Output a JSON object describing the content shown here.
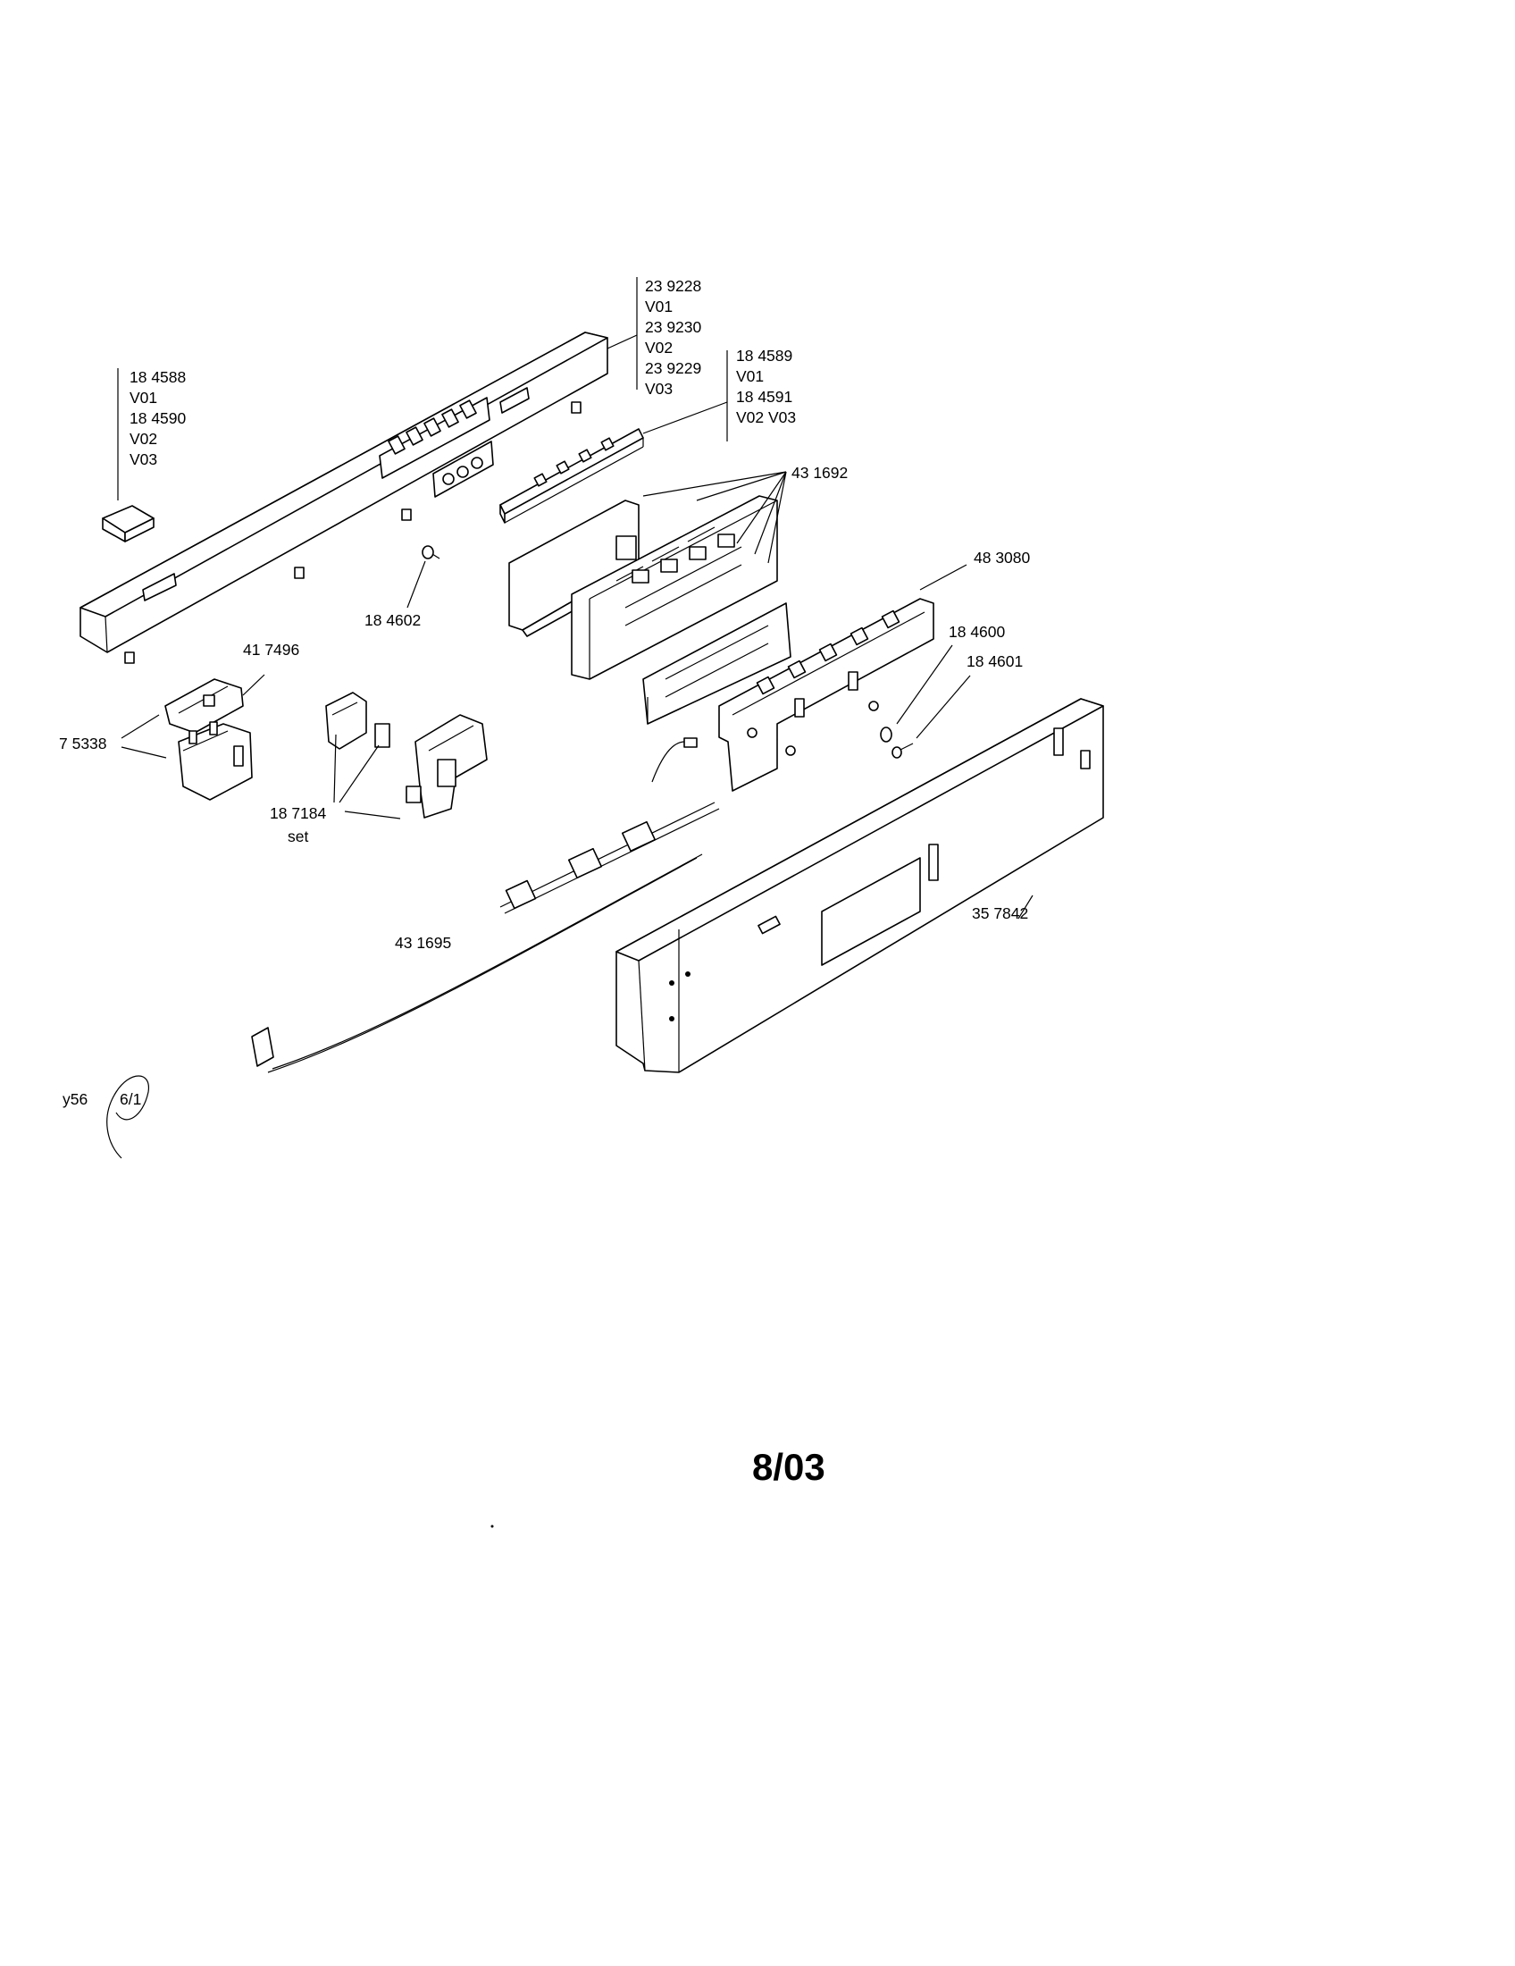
{
  "labels": {
    "control_panel_group": [
      "23 9228",
      "V01",
      "23 9230",
      "V02",
      "23 9229",
      "V03"
    ],
    "keypad_group": [
      "18 4589",
      "V01",
      "18 4591",
      "V02 V03"
    ],
    "badge_group": [
      "18 4588",
      "V01",
      "18 4590",
      "V02",
      "V03"
    ],
    "pcb_part": "43 1692",
    "screw_part": "18 4602",
    "holder_part": "48 3080",
    "washer_part": "18 4600",
    "screw2_part": "18 4601",
    "clip_part": "41 7496",
    "switch_part": "7 5338",
    "door_switch_part": "18 7184",
    "door_switch_note": "set",
    "harness_part": "43 1695",
    "housing_part": "35 7842",
    "corner_code": "y56",
    "corner_code2": "6/1"
  },
  "footer": {
    "date": "8/03"
  }
}
